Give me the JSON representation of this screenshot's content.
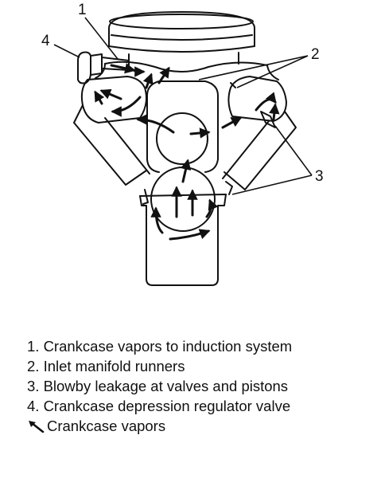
{
  "callouts": [
    "1",
    "2",
    "3",
    "4"
  ],
  "legend": {
    "items": [
      "1. Crankcase vapors to induction system",
      "2. Inlet manifold runners",
      "3. Blowby leakage at valves and pistons",
      "4. Crankcase depression regulator valve"
    ],
    "arrow_label": "Crankcase vapors",
    "arrow_icon": "crankcase-vapor-arrow-icon"
  },
  "colors": {
    "ink": "#111111",
    "background": "#ffffff"
  }
}
